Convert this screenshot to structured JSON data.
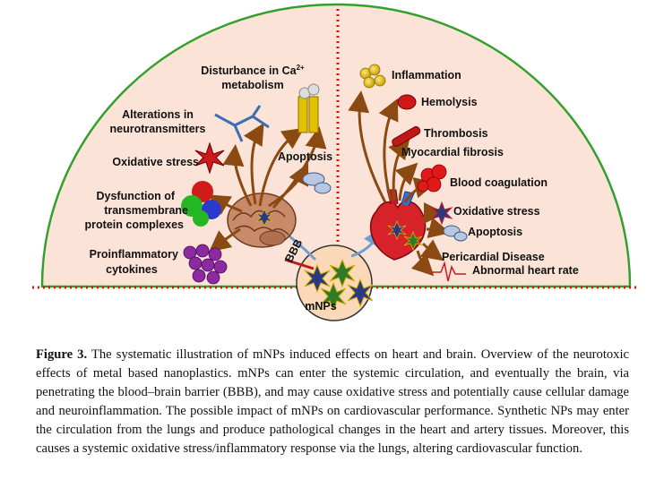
{
  "figure": {
    "label": "Figure 3.",
    "caption": "The systematic illustration of mNPs induced effects on heart and brain. Overview of the neurotoxic effects of metal based nanoplastics. mNPs can enter the systemic circulation, and eventually the brain, via penetrating the blood–brain barrier (BBB), and may cause oxidative stress and potentially cause cellular damage and neuroinflammation. The possible impact of mNPs on cardiovascular performance. Synthetic NPs may enter the circulation from the lungs and produce pathological changes in the heart and artery tissues. Moreover, this causes a systemic oxidative stress/inflammatory response via the lungs, altering cardiovascular function."
  },
  "diagram": {
    "center_label": "mNPs",
    "bbb_label": "BBB",
    "brain_effects": {
      "calcium_line1": "Disturbance in Ca",
      "calcium_sup": "2+",
      "calcium_line2": "metabolism",
      "neuro_line1": "Alterations in",
      "neuro_line2": "neurotransmitters",
      "oxidative": "Oxidative stress",
      "apoptosis": "Apoptosis",
      "dysfunction_line1": "Dysfunction of",
      "dysfunction_line2": "transmembrane",
      "dysfunction_line3": "protein complexes",
      "cytokines_line1": "Proinflammatory",
      "cytokines_line2": "cytokines"
    },
    "heart_effects": {
      "inflammation": "Inflammation",
      "hemolysis": "Hemolysis",
      "thrombosis": "Thrombosis",
      "fibrosis": "Myocardial fibrosis",
      "coagulation": "Blood coagulation",
      "oxidative": "Oxidative stress",
      "apoptosis": "Apoptosis",
      "pericardial": "Pericardial Disease",
      "heart_rate": "Abnormal heart rate"
    },
    "colors": {
      "background_fill": "#fbe3d8",
      "dome_border": "#33a02c",
      "divider": "#e01010",
      "arrow": "#8a4a12",
      "arrow_blue": "#6f9fcf",
      "circle_fill": "#fbd8b8"
    }
  }
}
